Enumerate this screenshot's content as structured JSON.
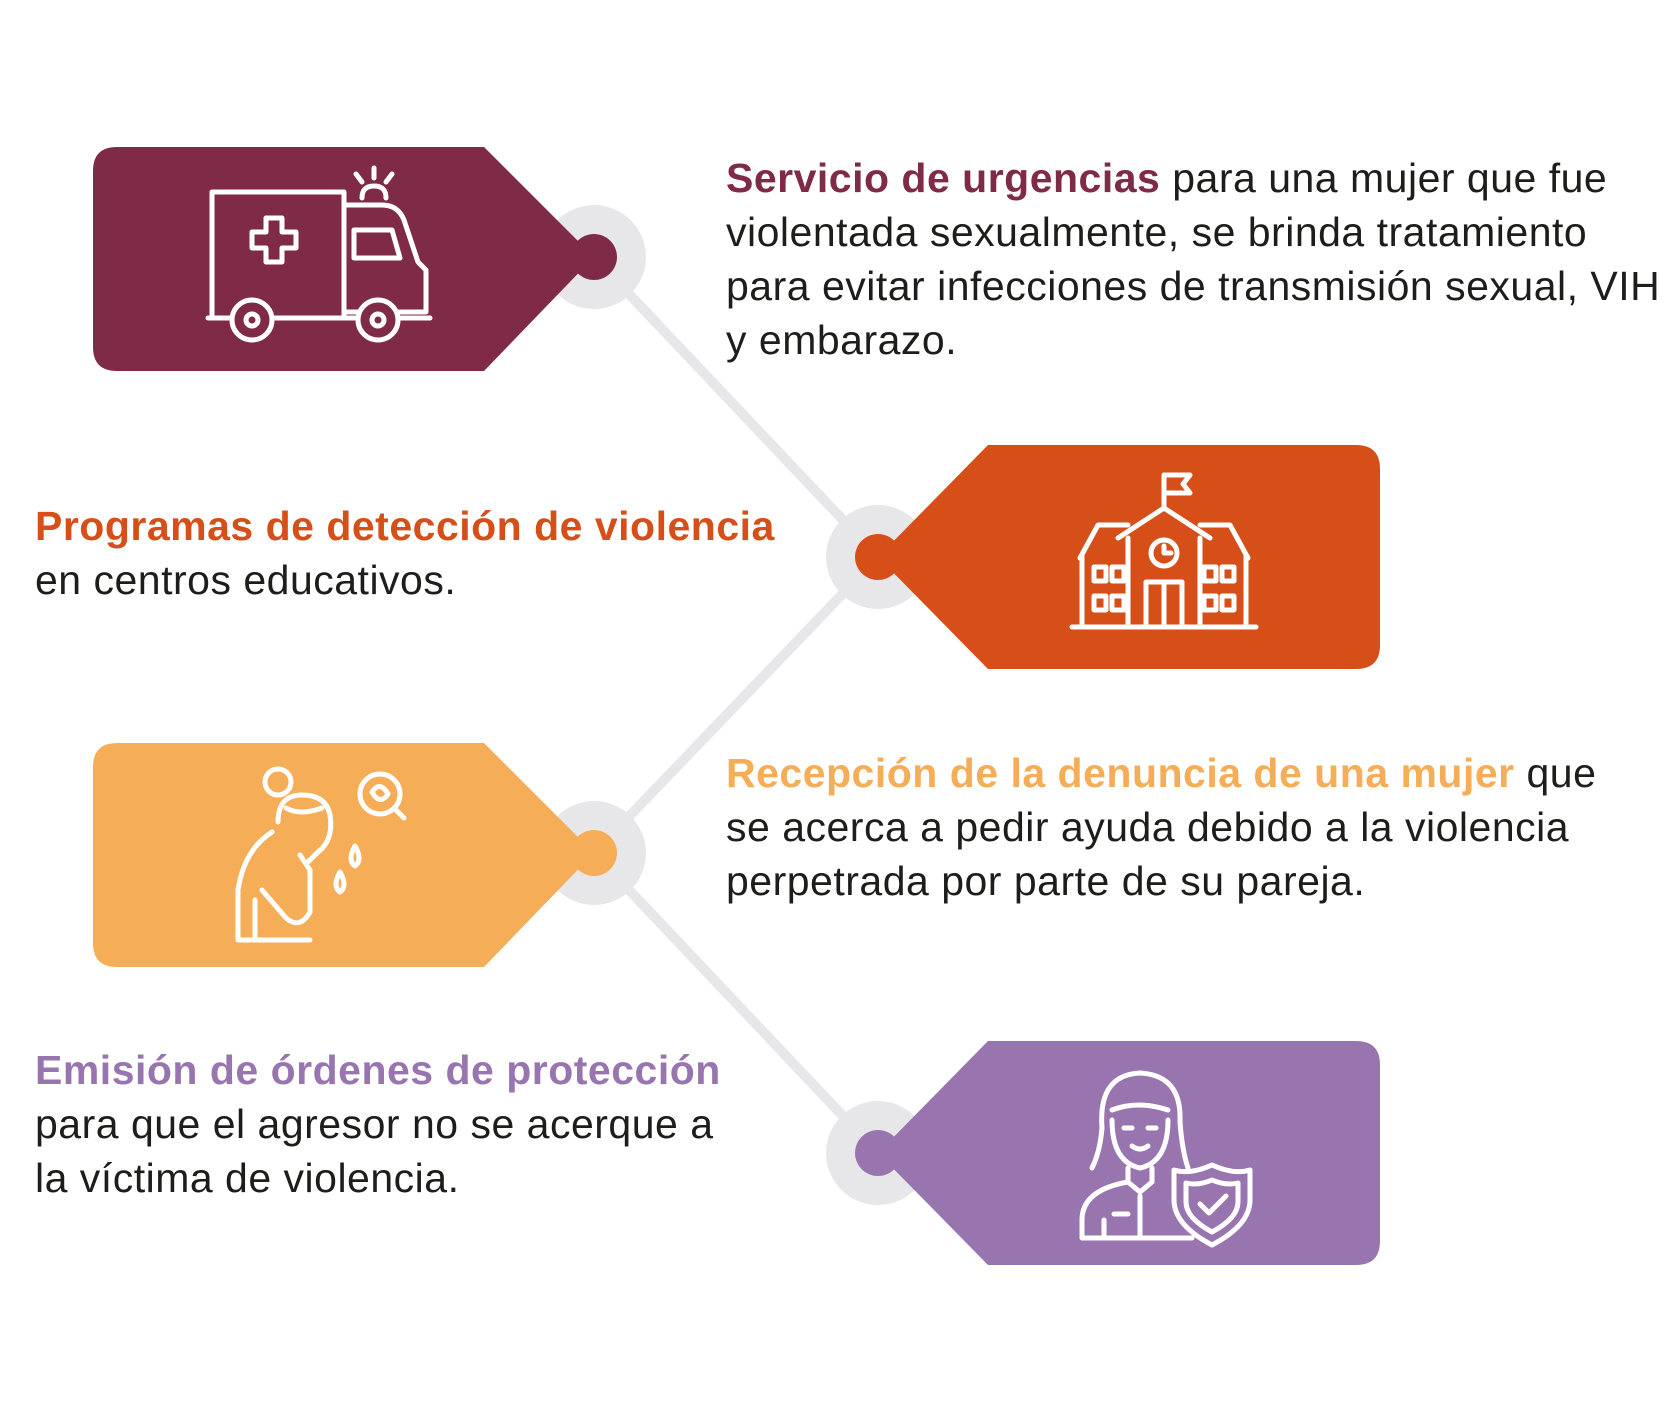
{
  "colors": {
    "item1": "#7f2a47",
    "item2": "#d64e18",
    "item3": "#f5ad57",
    "item4": "#9975b0",
    "connector": "#e7e7e9",
    "text": "#1d1d1b",
    "icon_line": "#ffffff"
  },
  "items": [
    {
      "icon": "ambulance-icon",
      "highlight": "Servicio de urgencias",
      "rest": " para una mujer que fue violentada sexualmente, se brinda tratamiento  para evitar infecciones de transmisión sexual, VIH y embarazo."
    },
    {
      "icon": "school-icon",
      "highlight": "Programas de detección de violencia",
      "rest": " en centros educativos."
    },
    {
      "icon": "crying-woman-icon",
      "highlight": "Recepción de la denuncia de una mujer",
      "rest": " que se acerca a pedir ayuda debido a la violencia perpetrada por parte de su pareja."
    },
    {
      "icon": "woman-shield-icon",
      "highlight": "Emisión de órdenes de protección",
      "rest": " para que el agresor no se acerque a la víctima de violencia."
    }
  ]
}
